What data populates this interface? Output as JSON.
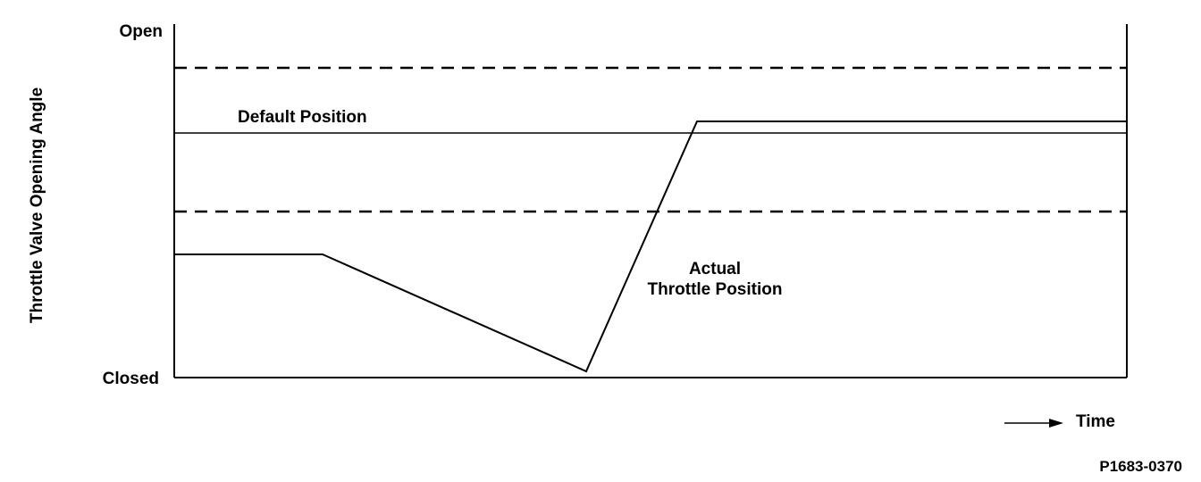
{
  "y_axis": {
    "title": "Throttle Valve Opening Angle",
    "top_label": "Open",
    "bottom_label": "Closed"
  },
  "x_axis": {
    "label": "Time"
  },
  "annotations": {
    "default_position": "Default Position",
    "actual_line1": "Actual",
    "actual_line2": "Throttle Position"
  },
  "figure_id": "P1683-0370"
}
